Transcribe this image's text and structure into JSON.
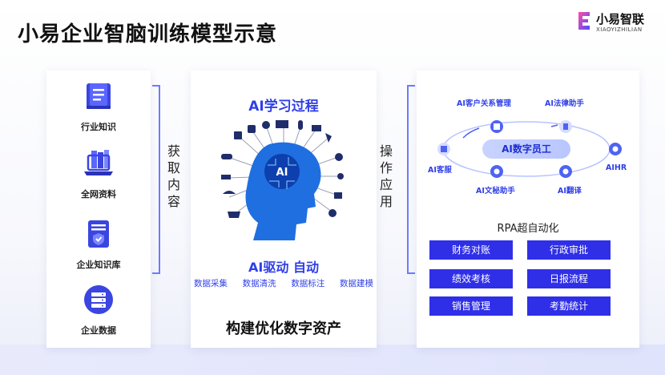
{
  "header": {
    "title": "小易企业智脑训练模型示意"
  },
  "brand": {
    "name": "小易智联",
    "sub": "XIAOYIZHILIAN",
    "logo_letter": "E"
  },
  "sources": [
    {
      "label": "行业知识",
      "icon": "book-icon"
    },
    {
      "label": "全网资料",
      "icon": "laptop-books-icon"
    },
    {
      "label": "企业知识库",
      "icon": "document-shield-icon"
    },
    {
      "label": "企业数据",
      "icon": "server-icon"
    }
  ],
  "arrows": {
    "acquire": "获取内容",
    "apply": "操作应用"
  },
  "learning": {
    "title": "AI学习过程",
    "head_text": "AI",
    "drive": "AI驱动 自动",
    "tags": [
      "数据采集",
      "数据清洗",
      "数据标注",
      "数据建模"
    ],
    "footer": "构建优化数字资产"
  },
  "digital_employee": {
    "center": "AI数字员工",
    "nodes": [
      "AI客户关系管理",
      "AI法律助手",
      "AIHR",
      "AI翻译",
      "AI文秘助手",
      "AI客服"
    ]
  },
  "rpa": {
    "title": "RPA超自动化",
    "items": [
      "财务对账",
      "行政审批",
      "绩效考核",
      "日报流程",
      "销售管理",
      "考勤统计"
    ]
  },
  "colors": {
    "accent": "#2f3fe8",
    "button": "#2f2fe8",
    "node": "#4e63f2"
  }
}
